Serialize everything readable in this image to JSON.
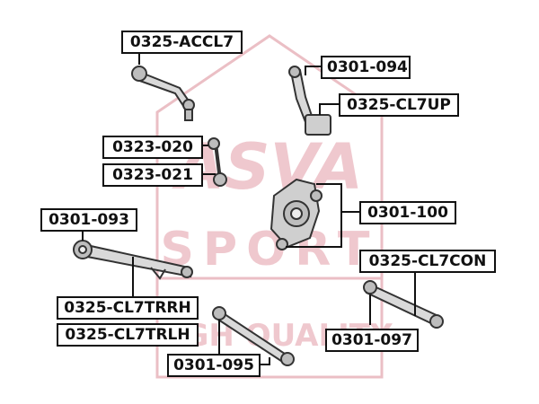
{
  "colors": {
    "watermark": "#e9b8bf",
    "line": "#111111",
    "part_stroke": "#333333"
  },
  "watermark": {
    "brand": "ASVA",
    "line1": "SPORT",
    "line2": "HIGH QUALITY"
  },
  "labels": {
    "accl7": "0325-ACCL7",
    "p094": "0301-094",
    "cl7up": "0325-CL7UP",
    "p020": "0323-020",
    "p021": "0323-021",
    "p100": "0301-100",
    "p093": "0301-093",
    "cl7con": "0325-CL7CON",
    "cl7trrh": "0325-CL7TRRH",
    "cl7trlh": "0325-CL7TRLH",
    "p097": "0301-097",
    "p095": "0301-095"
  }
}
